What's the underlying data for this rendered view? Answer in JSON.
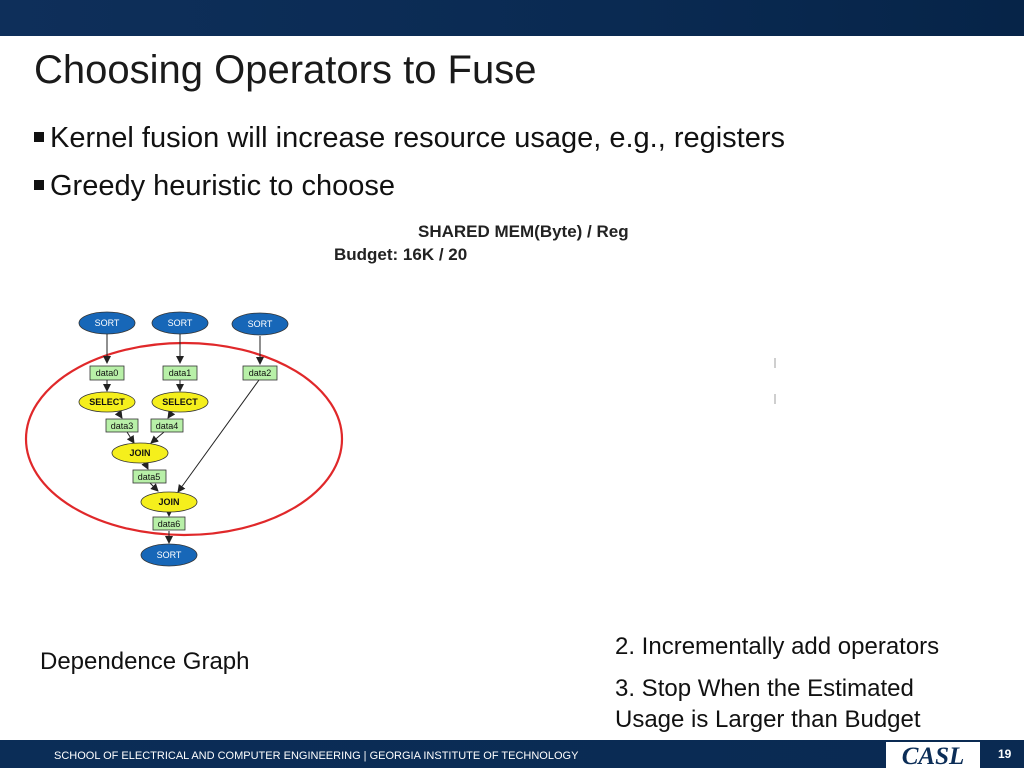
{
  "slide": {
    "title": "Choosing Operators to Fuse",
    "bullets": [
      "Kernel fusion will increase resource usage, e.g., registers",
      "Greedy heuristic to choose"
    ],
    "budget_header": "SHARED MEM(Byte) / Reg",
    "budget_value": "Budget: 16K / 20",
    "graph_caption": "Dependence Graph",
    "steps": [
      "2. Incrementally add operators",
      "3. Stop When the Estimated",
      "Usage is Larger than Budget"
    ]
  },
  "graph": {
    "nodes": {
      "sort_a": "SORT",
      "sort_b": "SORT",
      "sort_c": "SORT",
      "data0": "data0",
      "data1": "data1",
      "data2": "data2",
      "select_a": "SELECT",
      "select_b": "SELECT",
      "data3": "data3",
      "data4": "data4",
      "join1": "JOIN",
      "data5": "data5",
      "join2": "JOIN",
      "data6": "data6",
      "sort_out": "SORT"
    },
    "colors": {
      "sort": "#1767b8",
      "operator": "#f5ef1c",
      "data": "#b8f0a8",
      "fusion_boundary": "#e0282a"
    }
  },
  "footer": {
    "institution": "SCHOOL OF ELECTRICAL AND COMPUTER ENGINEERING | GEORGIA INSTITUTE OF TECHNOLOGY",
    "logo_text": "CASL",
    "page_number": "19"
  }
}
